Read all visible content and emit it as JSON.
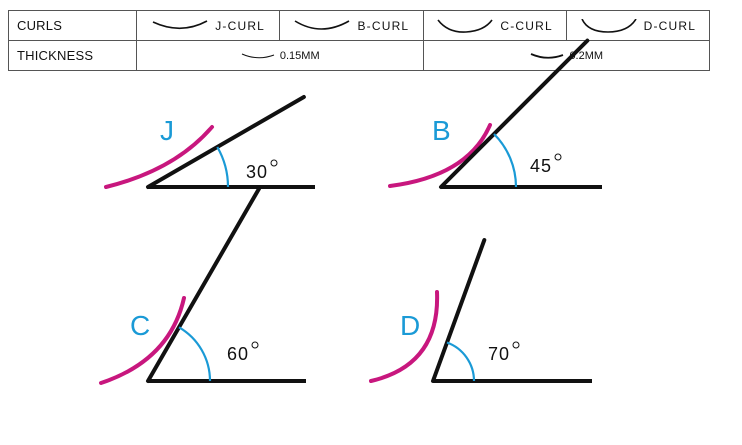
{
  "table": {
    "row1_header": "CURLS",
    "row2_header": "THICKNESS",
    "curls": [
      {
        "label": "J-CURL",
        "icon": "j-curl-icon"
      },
      {
        "label": "B-CURL",
        "icon": "b-curl-icon"
      },
      {
        "label": "C-CURL",
        "icon": "c-curl-icon"
      },
      {
        "label": "D-CURL",
        "icon": "d-curl-icon"
      }
    ],
    "thickness": [
      {
        "label": "0.15MM",
        "icon": "thin-lash-icon"
      },
      {
        "label": "0.2MM",
        "icon": "thick-lash-icon"
      }
    ]
  },
  "diagrams": [
    {
      "letter": "J",
      "angle": 30,
      "angle_label": "30"
    },
    {
      "letter": "B",
      "angle": 45,
      "angle_label": "45"
    },
    {
      "letter": "C",
      "angle": 60,
      "angle_label": "60"
    },
    {
      "letter": "D",
      "angle": 70,
      "angle_label": "70"
    }
  ],
  "colors": {
    "lash": "#c8177e",
    "letter": "#1a9ad6",
    "arc": "#1a9ad6",
    "line": "#111111"
  }
}
